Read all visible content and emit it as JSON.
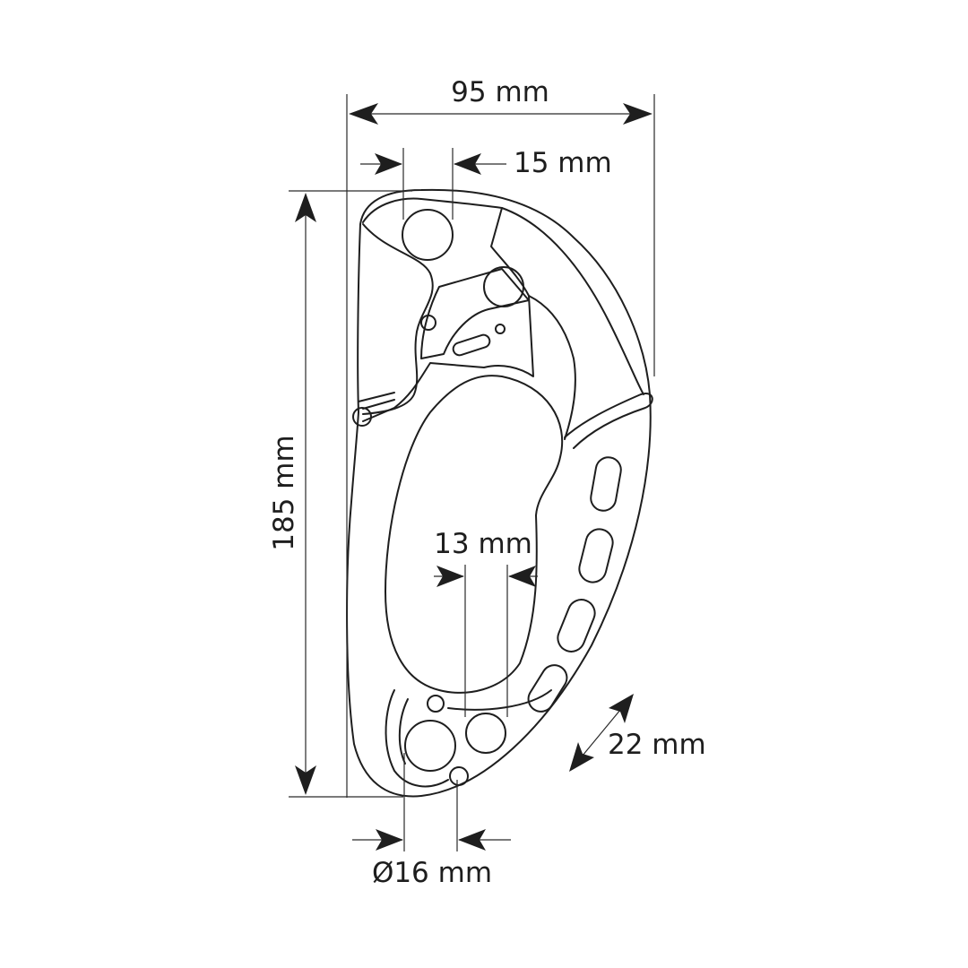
{
  "dimensions": {
    "width": "95 mm",
    "top_hole_spacing": "15 mm",
    "height": "185 mm",
    "inner_gap": "13 mm",
    "thickness": "22 mm",
    "hole_diameter": "Ø16 mm"
  },
  "colors": {
    "line": "#1e1e1e",
    "background": "#ffffff"
  }
}
